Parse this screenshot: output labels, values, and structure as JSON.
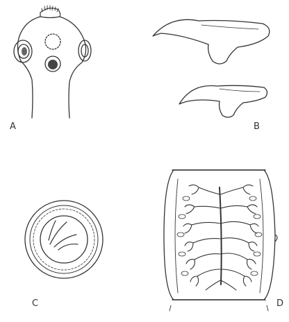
{
  "figure": {
    "panels": [
      {
        "label": "A",
        "subject": "scolex-head"
      },
      {
        "label": "B",
        "subject": "rostellar-hooks"
      },
      {
        "label": "C",
        "subject": "egg"
      },
      {
        "label": "D",
        "subject": "gravid-proglottid"
      }
    ],
    "colors": {
      "ink": "#333333",
      "paper": "#ffffff"
    }
  }
}
